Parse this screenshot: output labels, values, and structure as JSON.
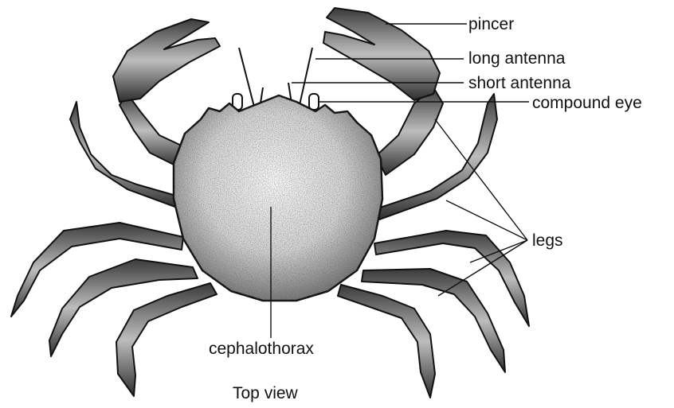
{
  "labels": {
    "pincer": "pincer",
    "long_antenna": "long antenna",
    "short_antenna": "short antenna",
    "compound_eye": "compound eye",
    "legs": "legs",
    "cephalothorax": "cephalothorax"
  },
  "caption": "Top view",
  "colors": {
    "ink": "#111111",
    "stipple": "#1a1a1a",
    "background": "#ffffff"
  }
}
